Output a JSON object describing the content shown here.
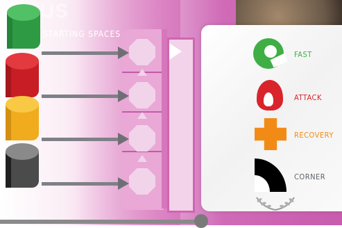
{
  "header": {
    "title_fragment": "US",
    "spaces_label": "STARTING SPACES"
  },
  "pawns": [
    {
      "name": "green",
      "color": "#36a84a"
    },
    {
      "name": "red",
      "color": "#d8212a"
    },
    {
      "name": "yellow",
      "color": "#f2b01f"
    },
    {
      "name": "gray",
      "color": "#4a4a4a"
    }
  ],
  "legend": {
    "items": [
      {
        "icon": "swirl-icon",
        "label": "FAST",
        "color": "#3fae45"
      },
      {
        "icon": "fire-icon",
        "label": "ATTACK",
        "color": "#d9242b"
      },
      {
        "icon": "cross-icon",
        "label": "RECOVERY",
        "color": "#f28b16"
      },
      {
        "icon": "corner-icon",
        "label": "CORNER",
        "color": "#000000"
      }
    ]
  },
  "colors": {
    "board_pink": "#c85bad",
    "space_fill": "#f1d4ea",
    "arrow_gray": "#7f8087"
  }
}
